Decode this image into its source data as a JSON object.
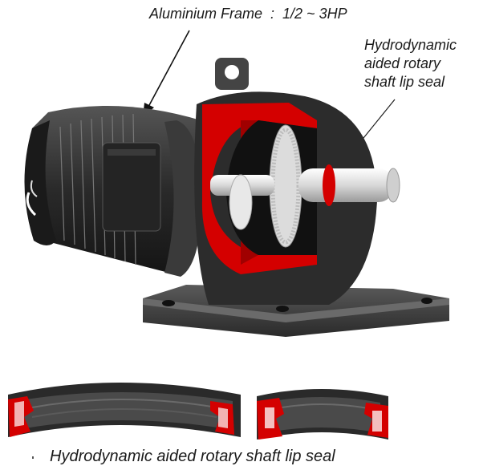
{
  "labels": {
    "frame": "Aluminium Frame  :  1/2 ~ 3HP",
    "seal_line1": "Hydrodynamic",
    "seal_line2": "aided rotary",
    "seal_line3": "shaft lip seal",
    "caption": "Hydrodynamic aided rotary shaft lip seal"
  },
  "colors": {
    "housing_cut": "#d40000",
    "motor_body": "#2a2a2a",
    "base": "#3a3a3a",
    "gear": "#e6e6e6",
    "seal_ring": "#1e1e1e"
  }
}
